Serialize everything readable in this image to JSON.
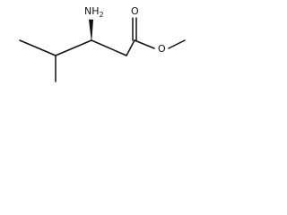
{
  "molecule": {
    "atom_labels": {
      "amine": {
        "main": "NH",
        "subscript": "2"
      },
      "carbonyl_oxygen": "O",
      "ester_oxygen": "O"
    },
    "stereo": {
      "c3": "wedge"
    },
    "colors": {
      "ink": "#111111",
      "background": "#ffffff"
    }
  }
}
